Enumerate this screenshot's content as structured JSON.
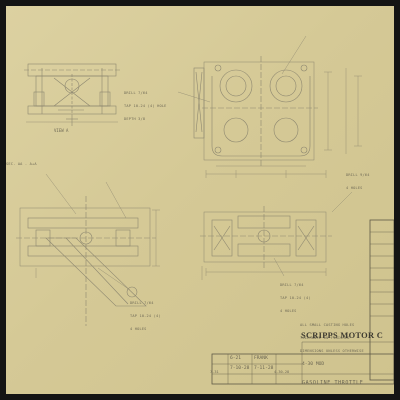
{
  "sheet": {
    "company_name": "SCRIPPS MOTOR C",
    "drawing_title": "GASOLINE THROTTLE",
    "title_block_fields": [
      "6-21",
      "FRANK",
      "7-10-28",
      "7-11-28",
      "4-30 MOD",
      "7-31",
      "4-30-28"
    ]
  },
  "notes": {
    "drill_top_left": [
      "DRILL 7/64",
      "TAP 10-24 (4) HOLE",
      "DEPTH 3/8"
    ],
    "drill_right": [
      "DRILL 9/64",
      "4 HOLES"
    ],
    "drill_bottom_mid": [
      "DRILL 7/64",
      "TAP 10-24 (4)",
      "4 HOLES"
    ],
    "drill_bottom_left": [
      "DRILL 7/64",
      "TAP 10-24 (4)",
      "4 HOLES"
    ],
    "section_label": "SEC. AA - A+A",
    "view_label": "VIEW  A",
    "general_note": [
      "ALL SMALL CASTING HOLES",
      "TOLERANCE ON FINISHED",
      "DIMENSIONS UNLESS OTHERWISE"
    ]
  },
  "colors": {
    "paper": "#d6cc9a",
    "line": "#8a8469",
    "frame": "#141414",
    "text": "#3d3a30"
  }
}
